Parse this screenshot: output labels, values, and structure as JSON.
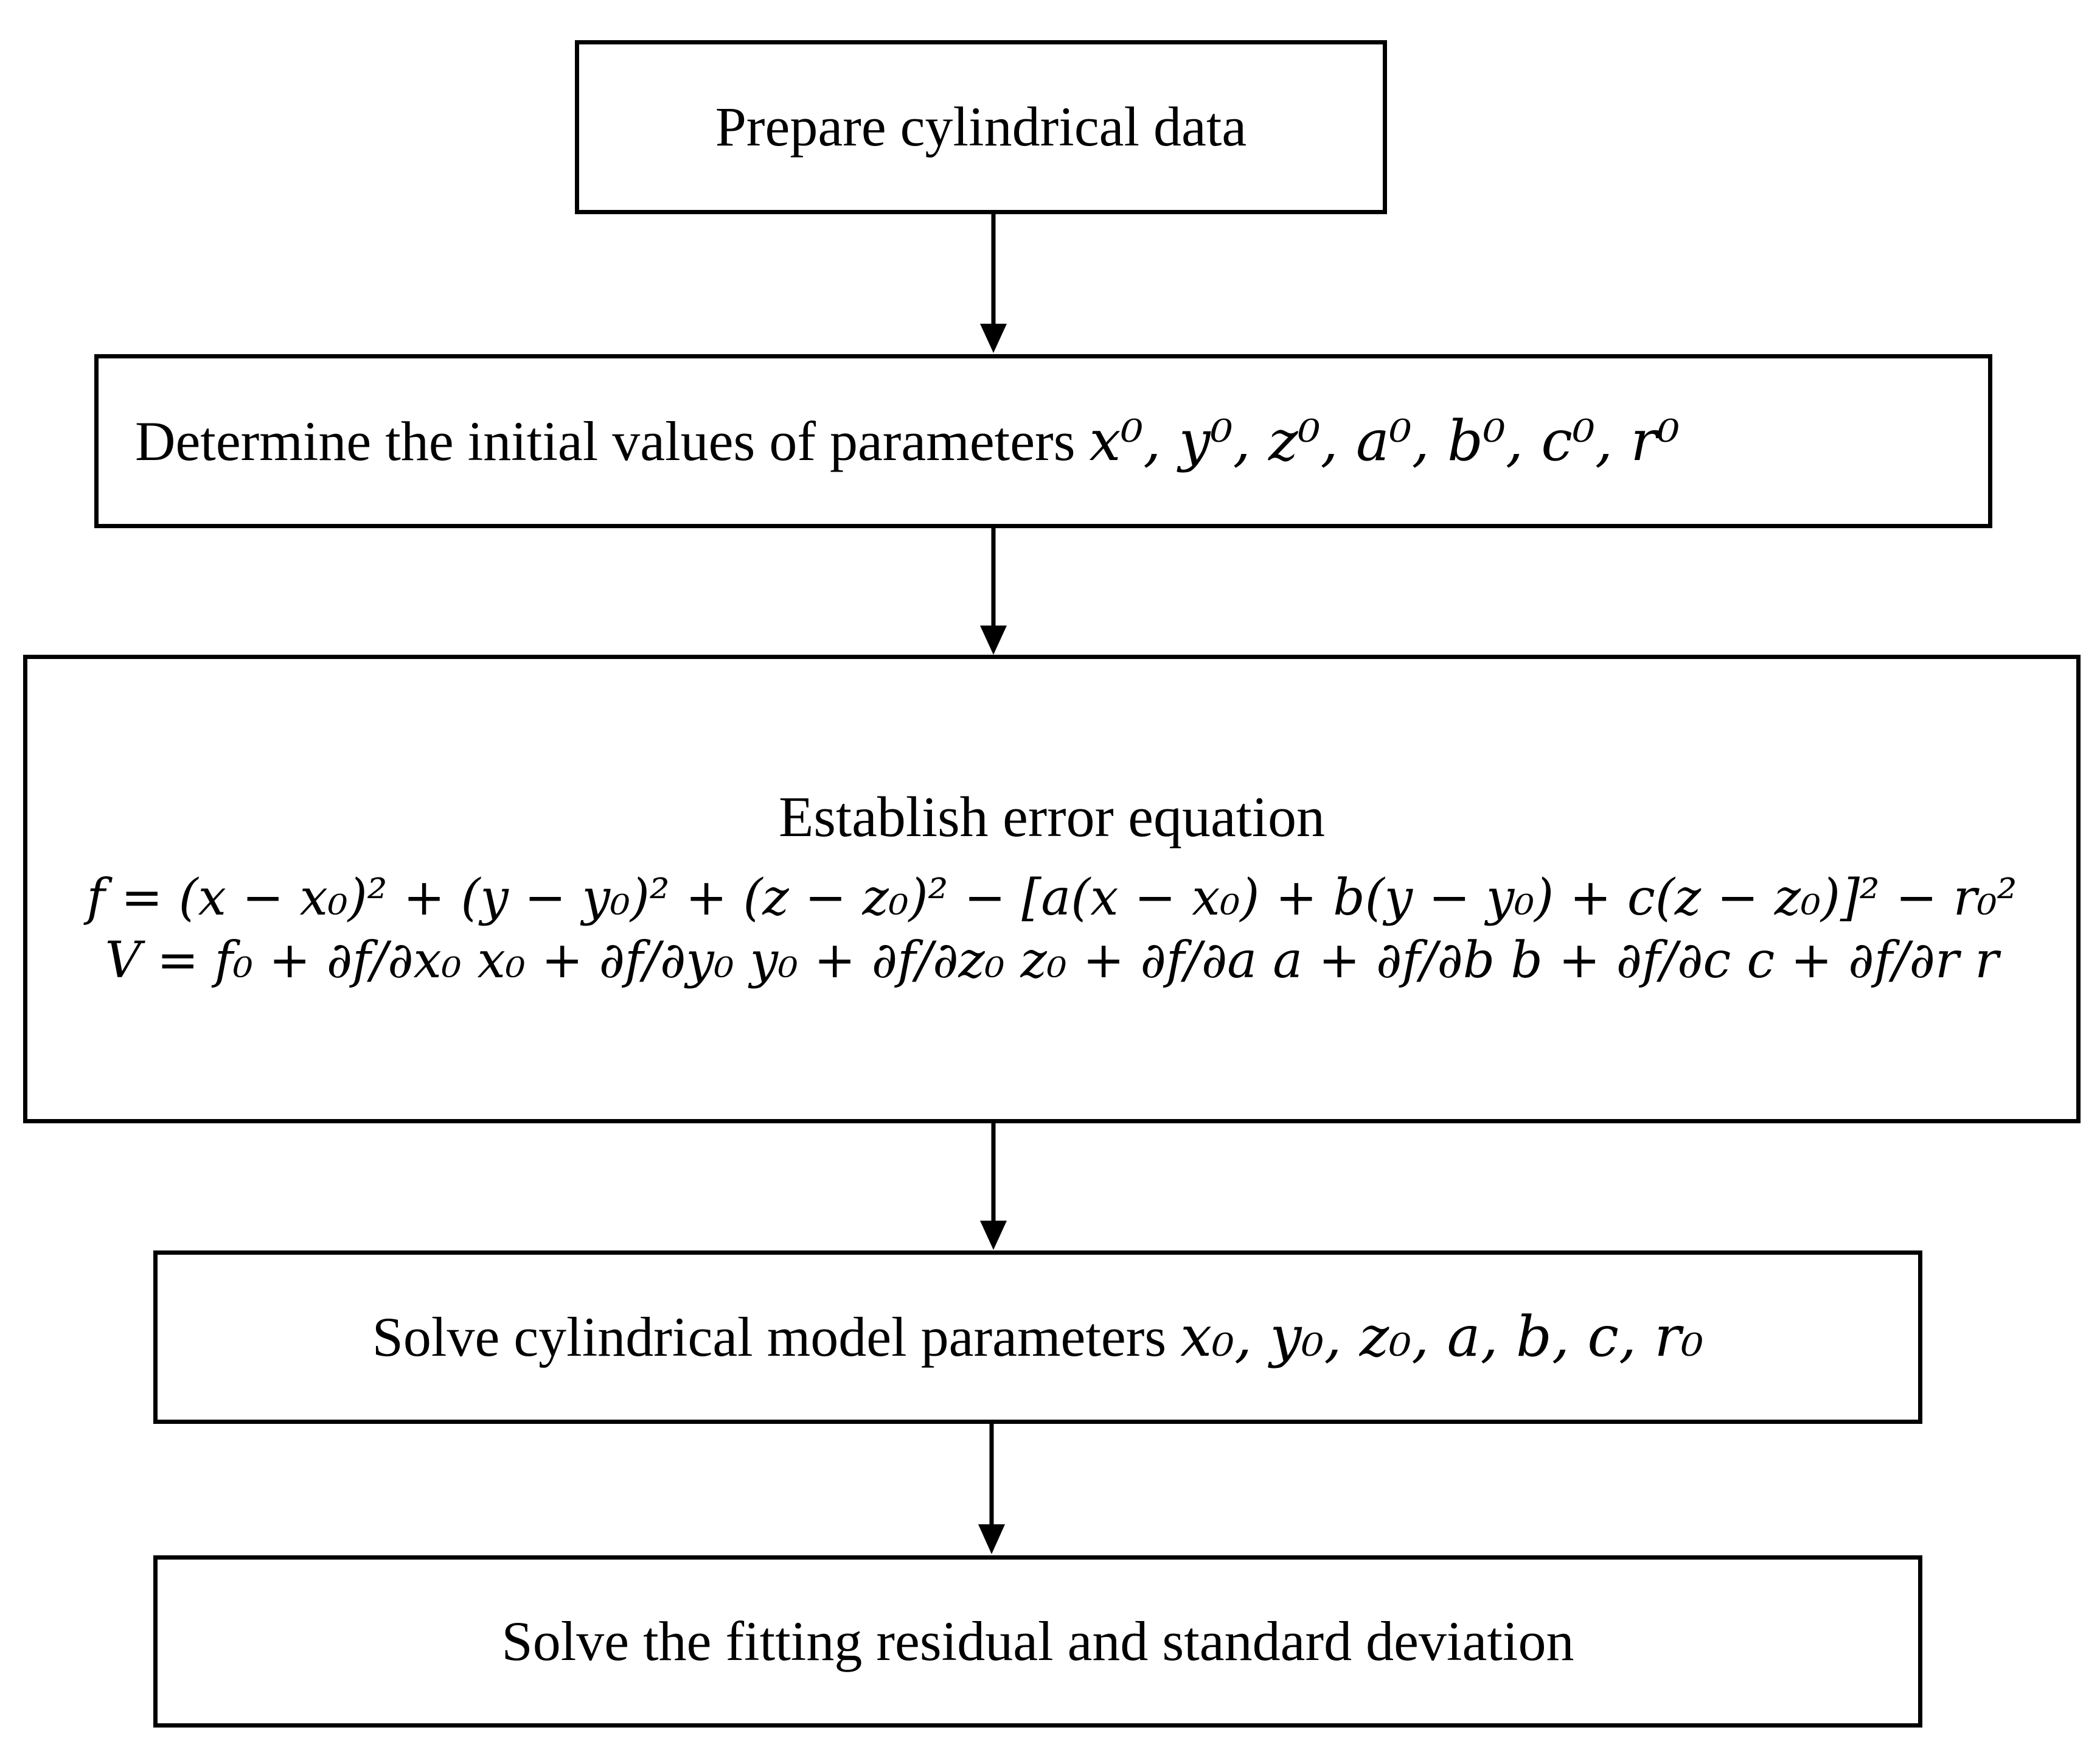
{
  "steps": {
    "step1": {
      "label": "Prepare cylindrical data"
    },
    "step2": {
      "label": "Determine the initial values of parameters",
      "params": "x⁰, y⁰, z⁰, a⁰, b⁰, c⁰, r⁰"
    },
    "step3": {
      "label": "Establish error equation",
      "equation_f": "f = (x − x₀)² + (y − y₀)² + (z − z₀)² − [a(x − x₀) + b(y − y₀) + c(z − z₀)]² − r₀²",
      "equation_v": "V = f₀ + ∂f/∂x₀ x₀ + ∂f/∂y₀ y₀ + ∂f/∂z₀ z₀ + ∂f/∂a a + ∂f/∂b b + ∂f/∂c c + ∂f/∂r r"
    },
    "step4": {
      "label": "Solve cylindrical model parameters",
      "params": "x₀, y₀, z₀, a, b, c, r₀"
    },
    "step5": {
      "label": "Solve the fitting residual and standard deviation"
    }
  },
  "colors": {
    "stroke": "#000000",
    "background": "#ffffff"
  }
}
